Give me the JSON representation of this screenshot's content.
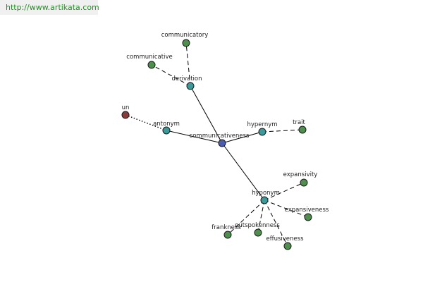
{
  "url": "http://www.artikata.com",
  "colors": {
    "center": "#4a5bb0",
    "relation": "#3d9a9a",
    "leaf": "#4e8f4e",
    "antonym_leaf": "#8b3a3a"
  },
  "nodes": [
    {
      "id": "communicativeness",
      "label": "communicativeness",
      "kind": "center"
    },
    {
      "id": "derivation",
      "label": "derivation",
      "kind": "relation"
    },
    {
      "id": "antonym",
      "label": "antonym",
      "kind": "relation"
    },
    {
      "id": "hypernym",
      "label": "hypernym",
      "kind": "relation"
    },
    {
      "id": "hyponym",
      "label": "hyponym",
      "kind": "relation"
    },
    {
      "id": "communicatory",
      "label": "communicatory",
      "kind": "leaf"
    },
    {
      "id": "communicative",
      "label": "communicative",
      "kind": "leaf"
    },
    {
      "id": "un",
      "label": "un",
      "kind": "antonym_leaf"
    },
    {
      "id": "trait",
      "label": "trait",
      "kind": "leaf"
    },
    {
      "id": "expansivity",
      "label": "expansivity",
      "kind": "leaf"
    },
    {
      "id": "expansiveness",
      "label": "expansiveness",
      "kind": "leaf"
    },
    {
      "id": "effusiveness",
      "label": "effusiveness",
      "kind": "leaf"
    },
    {
      "id": "outspokenness",
      "label": "outspokenness",
      "kind": "leaf"
    },
    {
      "id": "frankness",
      "label": "frankness",
      "kind": "leaf"
    }
  ],
  "edges": [
    {
      "from": "communicativeness",
      "to": "derivation",
      "style": "solid"
    },
    {
      "from": "communicativeness",
      "to": "antonym",
      "style": "solid"
    },
    {
      "from": "communicativeness",
      "to": "hypernym",
      "style": "solid"
    },
    {
      "from": "communicativeness",
      "to": "hyponym",
      "style": "solid"
    },
    {
      "from": "derivation",
      "to": "communicatory",
      "style": "dashed"
    },
    {
      "from": "derivation",
      "to": "communicative",
      "style": "dashed"
    },
    {
      "from": "antonym",
      "to": "un",
      "style": "dotted"
    },
    {
      "from": "hypernym",
      "to": "trait",
      "style": "dashed"
    },
    {
      "from": "hyponym",
      "to": "expansivity",
      "style": "dashed"
    },
    {
      "from": "hyponym",
      "to": "expansiveness",
      "style": "dashed"
    },
    {
      "from": "hyponym",
      "to": "effusiveness",
      "style": "dashed"
    },
    {
      "from": "hyponym",
      "to": "outspokenness",
      "style": "dashed"
    },
    {
      "from": "hyponym",
      "to": "frankness",
      "style": "dashed"
    }
  ]
}
